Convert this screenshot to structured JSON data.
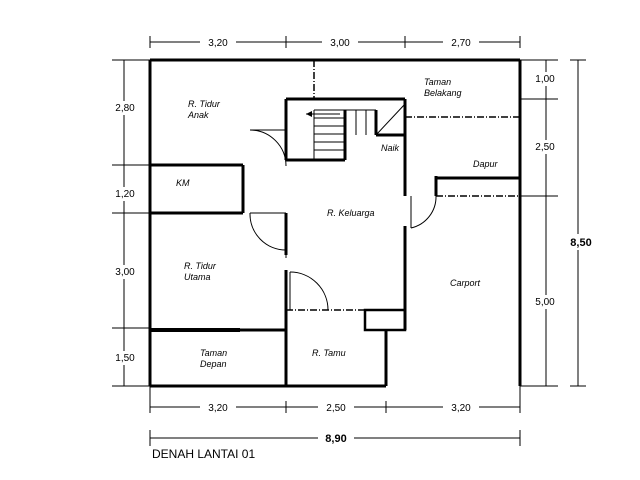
{
  "title": "DENAH LANTAI 01",
  "dimensions": {
    "top": [
      "3,20",
      "3,00",
      "2,70"
    ],
    "bottom": [
      "3,20",
      "2,50",
      "3,20"
    ],
    "total_width": "8,90",
    "left": [
      "2,80",
      "1,20",
      "3,00",
      "1,50"
    ],
    "right": [
      "1,00",
      "2,50",
      "5,00"
    ],
    "total_height": "8,50"
  },
  "rooms": {
    "tidur_anak": [
      "R. Tidur",
      "Anak"
    ],
    "taman_belakang": [
      "Taman",
      "Belakang"
    ],
    "naik": "Naik",
    "dapur": "Dapur",
    "km": "KM",
    "keluarga": "R. Keluarga",
    "tidur_utama": [
      "R. Tidur",
      "Utama"
    ],
    "carport": "Carport",
    "taman_depan": [
      "Taman",
      "Depan"
    ],
    "tamu": "R. Tamu"
  }
}
